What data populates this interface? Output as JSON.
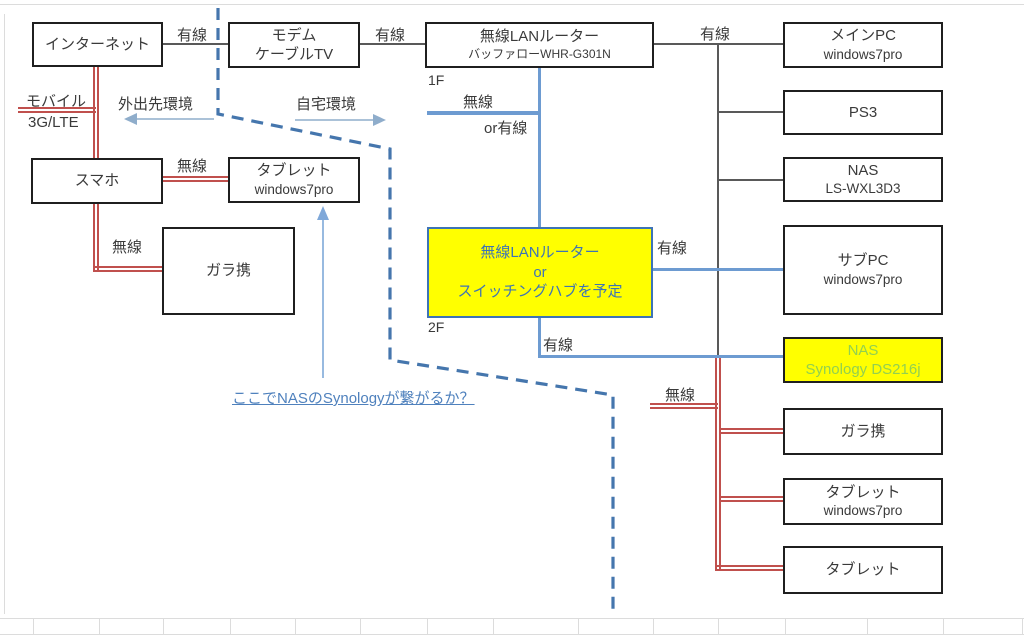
{
  "colors": {
    "accent_blue": "#4576ad",
    "line_blue": "#6d9bd1",
    "accent_red": "#c0504d",
    "line_black": "#595959",
    "highlight_yellow": "#ffff00",
    "nas_text_green": "#92d050",
    "note_blue": "#4f81bd"
  },
  "boxes": {
    "internet": {
      "line1": "インターネット"
    },
    "modem": {
      "line1": "モデム",
      "line2": "ケーブルTV"
    },
    "router_1f": {
      "line1": "無線LANルーター",
      "line2": "バッファローWHR-G301N"
    },
    "main_pc": {
      "line1": "メインPC",
      "line2": "windows7pro"
    },
    "ps3": {
      "line1": "PS3"
    },
    "nas_buffalo": {
      "line1": "NAS",
      "line2": "LS-WXL3D3"
    },
    "sub_pc": {
      "line1": "サブPC",
      "line2": "windows7pro"
    },
    "nas_synology": {
      "line1": "NAS",
      "line2": "Synology DS216j"
    },
    "garakei_right": {
      "line1": "ガラ携"
    },
    "tablet_right_win": {
      "line1": "タブレット",
      "line2": "windows7pro"
    },
    "tablet_right": {
      "line1": "タブレット"
    },
    "smartphone": {
      "line1": "スマホ"
    },
    "tablet_left": {
      "line1": "タブレット",
      "line2": "windows7pro"
    },
    "garakei_left": {
      "line1": "ガラ携"
    },
    "hub_2f": {
      "line1": "無線LANルーター",
      "line2": "or",
      "line3": "スイッチングハブを予定"
    }
  },
  "labels": {
    "wired_1": "有線",
    "wired_2": "有線",
    "wired_3": "有線",
    "floor_1": "1F",
    "floor_2": "2F",
    "wireless_1f": "無線",
    "or_wired": "or有線",
    "mobile": "モバイル",
    "mobile_tech": "3G/LTE",
    "env_outside": "外出先環境",
    "env_home": "自宅環境",
    "wireless_smartphone": "無線",
    "wireless_garakei": "無線",
    "wired_subpc": "有線",
    "wired_2f": "有線",
    "wireless_right": "無線",
    "note": "ここでNASのSynologyが繋がるか？"
  }
}
